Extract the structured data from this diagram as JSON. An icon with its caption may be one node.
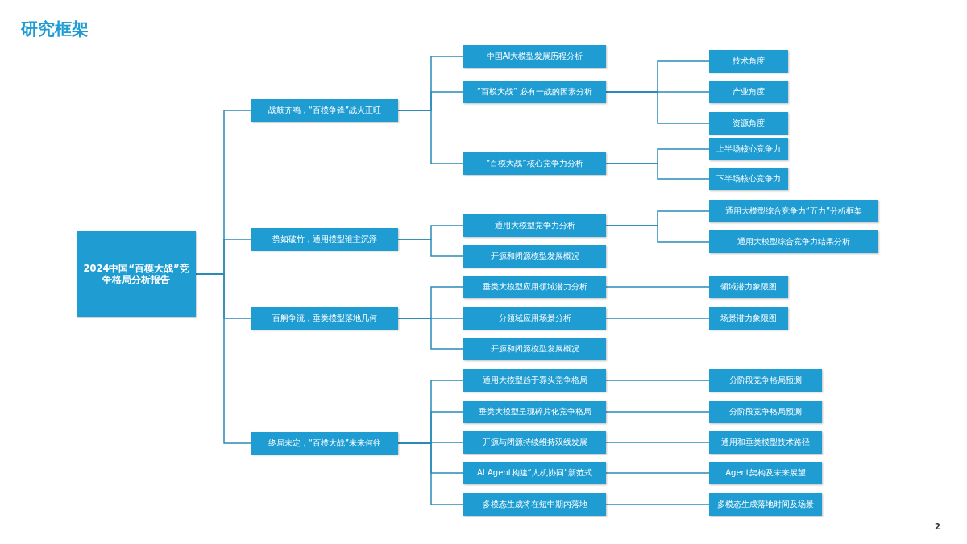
{
  "diagram": {
    "title": "研究框架",
    "nodes": [
      {
        "text": [
          "2024中国“百模大战”竞争格局分析报告"
        ]
      },
      {
        "text": [
          "战鼓齐鸣，“百模争锋”战火正旺"
        ]
      },
      {
        "text": [
          "中国AI大模型发展历程分析"
        ]
      },
      {
        "text": [
          "“百模大战” 必有一战的因素分析"
        ]
      },
      {
        "text": [
          "技术角度"
        ]
      },
      {
        "text": [
          "产业角度"
        ]
      },
      {
        "text": [
          "资源角度"
        ]
      },
      {
        "text": [
          "“百模大战”核心竞争力分析"
        ]
      },
      {
        "text": [
          "上半场核心竞争力"
        ]
      },
      {
        "text": [
          "下半场核心竞争力"
        ]
      },
      {
        "text": [
          "势如破竹，通用模型谁主沉浮"
        ]
      },
      {
        "text": [
          "通用大模型竞争力分析"
        ]
      },
      {
        "text": [
          "通用大模型综合竞争力“五力”分析框架"
        ]
      },
      {
        "text": [
          "通用大模型综合竞争力结果分析"
        ]
      },
      {
        "text": [
          "开源和闭源模型发展概况"
        ]
      },
      {
        "text": [
          "百舸争流，垂类模型落地几何"
        ]
      },
      {
        "text": [
          "垂类大模型应用领域潜力分析"
        ]
      },
      {
        "text": [
          "领域潜力象限图"
        ]
      },
      {
        "text": [
          "分领域应用场景分析"
        ]
      },
      {
        "text": [
          "场景潜力象限图"
        ]
      },
      {
        "text": [
          "开源和闭源模型发展概况"
        ]
      },
      {
        "text": [
          "终局未定，“百模大战”未来何往"
        ]
      },
      {
        "text": [
          "通用大模型趋于寡头竞争格局"
        ]
      },
      {
        "text": [
          "分阶段竞争格局预测"
        ]
      },
      {
        "text": [
          "垂类大模型呈现碎片化竞争格局"
        ]
      },
      {
        "text": [
          "分阶段竞争格局预测"
        ]
      },
      {
        "text": [
          "开源与闭源持续维持双线发展"
        ]
      },
      {
        "text": [
          "通用和垂类模型技术路径"
        ]
      },
      {
        "text": [
          "AI Agent构建“人机协同”新范式"
        ]
      },
      {
        "text": [
          "Agent架构及未来展望"
        ]
      },
      {
        "text": [
          "多模态生成将在短中期内落地"
        ]
      },
      {
        "text": [
          "多模态生成落地时间及场景"
        ]
      }
    ],
    "edges": [
      {
        "from": 0,
        "to": 1,
        "arrow": "none"
      },
      {
        "from": 0,
        "to": 10,
        "arrow": "none"
      },
      {
        "from": 0,
        "to": 15,
        "arrow": "none"
      },
      {
        "from": 0,
        "to": 21,
        "arrow": "none"
      },
      {
        "from": 1,
        "to": 2,
        "arrow": "none"
      },
      {
        "from": 1,
        "to": 3,
        "arrow": "none"
      },
      {
        "from": 1,
        "to": 7,
        "arrow": "none"
      },
      {
        "from": 3,
        "to": 4,
        "arrow": "none"
      },
      {
        "from": 3,
        "to": 5,
        "arrow": "none"
      },
      {
        "from": 3,
        "to": 6,
        "arrow": "none"
      },
      {
        "from": 7,
        "to": 8,
        "arrow": "none"
      },
      {
        "from": 7,
        "to": 9,
        "arrow": "none"
      },
      {
        "from": 10,
        "to": 11,
        "arrow": "none"
      },
      {
        "from": 10,
        "to": 14,
        "arrow": "none"
      },
      {
        "from": 11,
        "to": 12,
        "arrow": "none"
      },
      {
        "from": 11,
        "to": 13,
        "arrow": "none"
      },
      {
        "from": 15,
        "to": 16,
        "arrow": "none"
      },
      {
        "from": 15,
        "to": 18,
        "arrow": "none"
      },
      {
        "from": 15,
        "to": 20,
        "arrow": "none"
      },
      {
        "from": 16,
        "to": 17,
        "arrow": "none"
      },
      {
        "from": 18,
        "to": 19,
        "arrow": "none"
      },
      {
        "from": 21,
        "to": 22,
        "arrow": "none"
      },
      {
        "from": 21,
        "to": 24,
        "arrow": "none"
      },
      {
        "from": 21,
        "to": 26,
        "arrow": "none"
      },
      {
        "from": 21,
        "to": 28,
        "arrow": "none"
      },
      {
        "from": 21,
        "to": 30,
        "arrow": "none"
      },
      {
        "from": 22,
        "to": 23,
        "arrow": "none"
      },
      {
        "from": 24,
        "to": 25,
        "arrow": "none"
      },
      {
        "from": 26,
        "to": 27,
        "arrow": "none"
      },
      {
        "from": 28,
        "to": 29,
        "arrow": "none"
      },
      {
        "from": 30,
        "to": 31,
        "arrow": "none"
      }
    ],
    "labels": [
      "2"
    ]
  }
}
